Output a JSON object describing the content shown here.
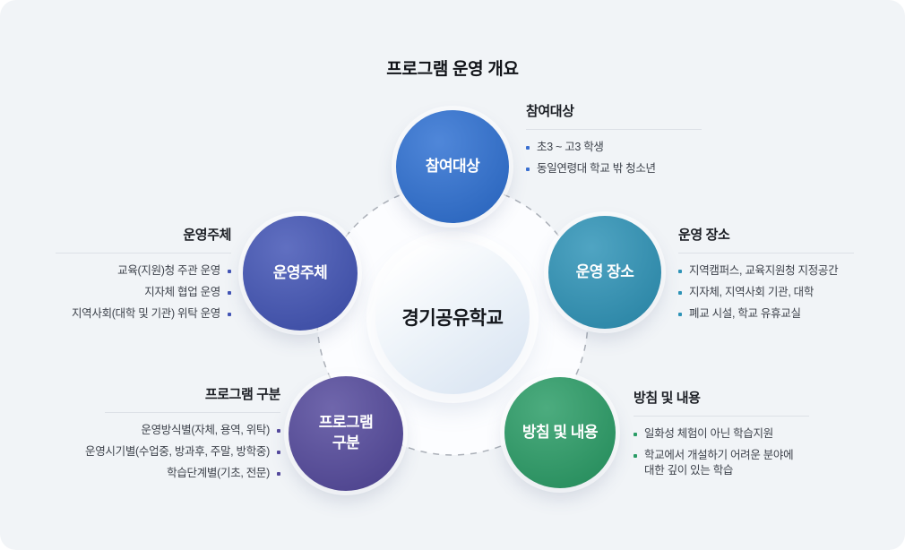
{
  "title": "프로그램 운영 개요",
  "center": {
    "label": "경기공유학교"
  },
  "nodes": {
    "participants": {
      "label": "참여대상",
      "color": "#2e70d2"
    },
    "host": {
      "label": "운영주체",
      "color": "#4254b5"
    },
    "venue": {
      "label": "운영 장소",
      "color": "#2e93b7"
    },
    "category": {
      "label": "프로그램\n구분",
      "color": "#54499c"
    },
    "policy": {
      "label": "방침 및 내용",
      "color": "#2a9c66"
    }
  },
  "sections": {
    "participants": {
      "heading": "참여대상",
      "bullet_color": "#3a6fd0",
      "items": [
        "초3 ~ 고3 학생",
        "동일연령대 학교 밖 청소년"
      ]
    },
    "host": {
      "heading": "운영주체",
      "bullet_color": "#4254b5",
      "items": [
        "교육(지원)청 주관 운영",
        "지자체 협업 운영",
        "지역사회(대학 및 기관) 위탁 운영"
      ]
    },
    "venue": {
      "heading": "운영 장소",
      "bullet_color": "#2e93b7",
      "items": [
        "지역캠퍼스, 교육지원청 지정공간",
        "지자체, 지역사회 기관, 대학",
        "폐교 시설, 학교 유휴교실"
      ]
    },
    "category": {
      "heading": "프로그램 구분",
      "bullet_color": "#54499c",
      "items": [
        "운영방식별(자체, 용역, 위탁)",
        "운영시기별(수업중, 방과후, 주말, 방학중)",
        "학습단계별(기초, 전문)"
      ]
    },
    "policy": {
      "heading": "방침 및 내용",
      "bullet_color": "#2a9c66",
      "items": [
        "일화성 체험이 아닌 학습지원",
        "학교에서 개설하기 어려운 분야에\n대한 깊이 있는 학습"
      ]
    }
  },
  "colors": {
    "card_background": "#f1f4f7",
    "ring_fill": "#fcfdff",
    "ring_stroke": "#abb0b8",
    "title_text": "#111318",
    "body_text": "#3e434c"
  }
}
